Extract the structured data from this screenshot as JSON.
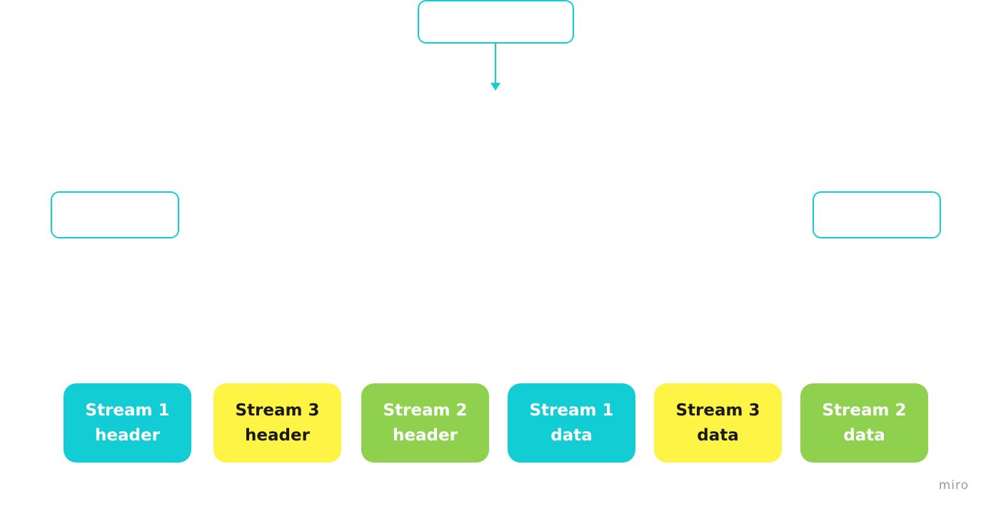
{
  "diagram": {
    "colors": {
      "outline": "#12cdd4",
      "cyan": "#12cdd4",
      "yellow": "#fef445",
      "green": "#8fd14f"
    },
    "top_box": {
      "label": ""
    },
    "left_box": {
      "label": ""
    },
    "right_box": {
      "label": ""
    },
    "blocks": [
      {
        "line1": "Stream 1",
        "line2": "header",
        "color": "cyan"
      },
      {
        "line1": "Stream 3",
        "line2": "header",
        "color": "yellow"
      },
      {
        "line1": "Stream 2",
        "line2": "header",
        "color": "green"
      },
      {
        "line1": "Stream 1",
        "line2": "data",
        "color": "cyan"
      },
      {
        "line1": "Stream 3",
        "line2": "data",
        "color": "yellow"
      },
      {
        "line1": "Stream 2",
        "line2": "data",
        "color": "green"
      }
    ]
  },
  "watermark": "miro"
}
